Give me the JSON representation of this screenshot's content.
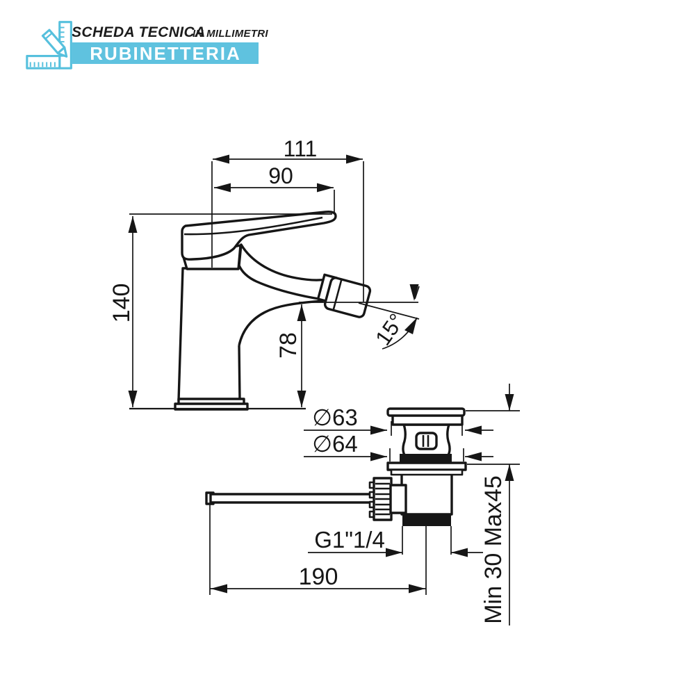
{
  "header": {
    "icon": "pencil-and-square-ruler-icon",
    "title": "SCHEDA TECNICA",
    "subtitle": "IN MILLIMETRI",
    "banner_label": "RUBINETTERIA",
    "accent_color": "#5fc2df",
    "banner_text_color": "#ffffff"
  },
  "drawing": {
    "description": "bidet-mixer-tap-and-pop-up-waste-technical-drawing",
    "units": "mm",
    "line_color": "#161616",
    "views": {
      "faucet": {
        "name": "mixer-front-view",
        "dims": {
          "total_width": "111",
          "spout_reach": "90",
          "total_height": "140",
          "spout_height": "78",
          "spout_angle": "15°"
        }
      },
      "drain": {
        "name": "pop-up-waste-side-view",
        "dims": {
          "top_diameter": "∅63",
          "flange_diameter": "∅64",
          "thread_size": "G1\"1/4",
          "rod_length": "190",
          "mounting_range": "Min 30 Max45"
        }
      }
    }
  }
}
